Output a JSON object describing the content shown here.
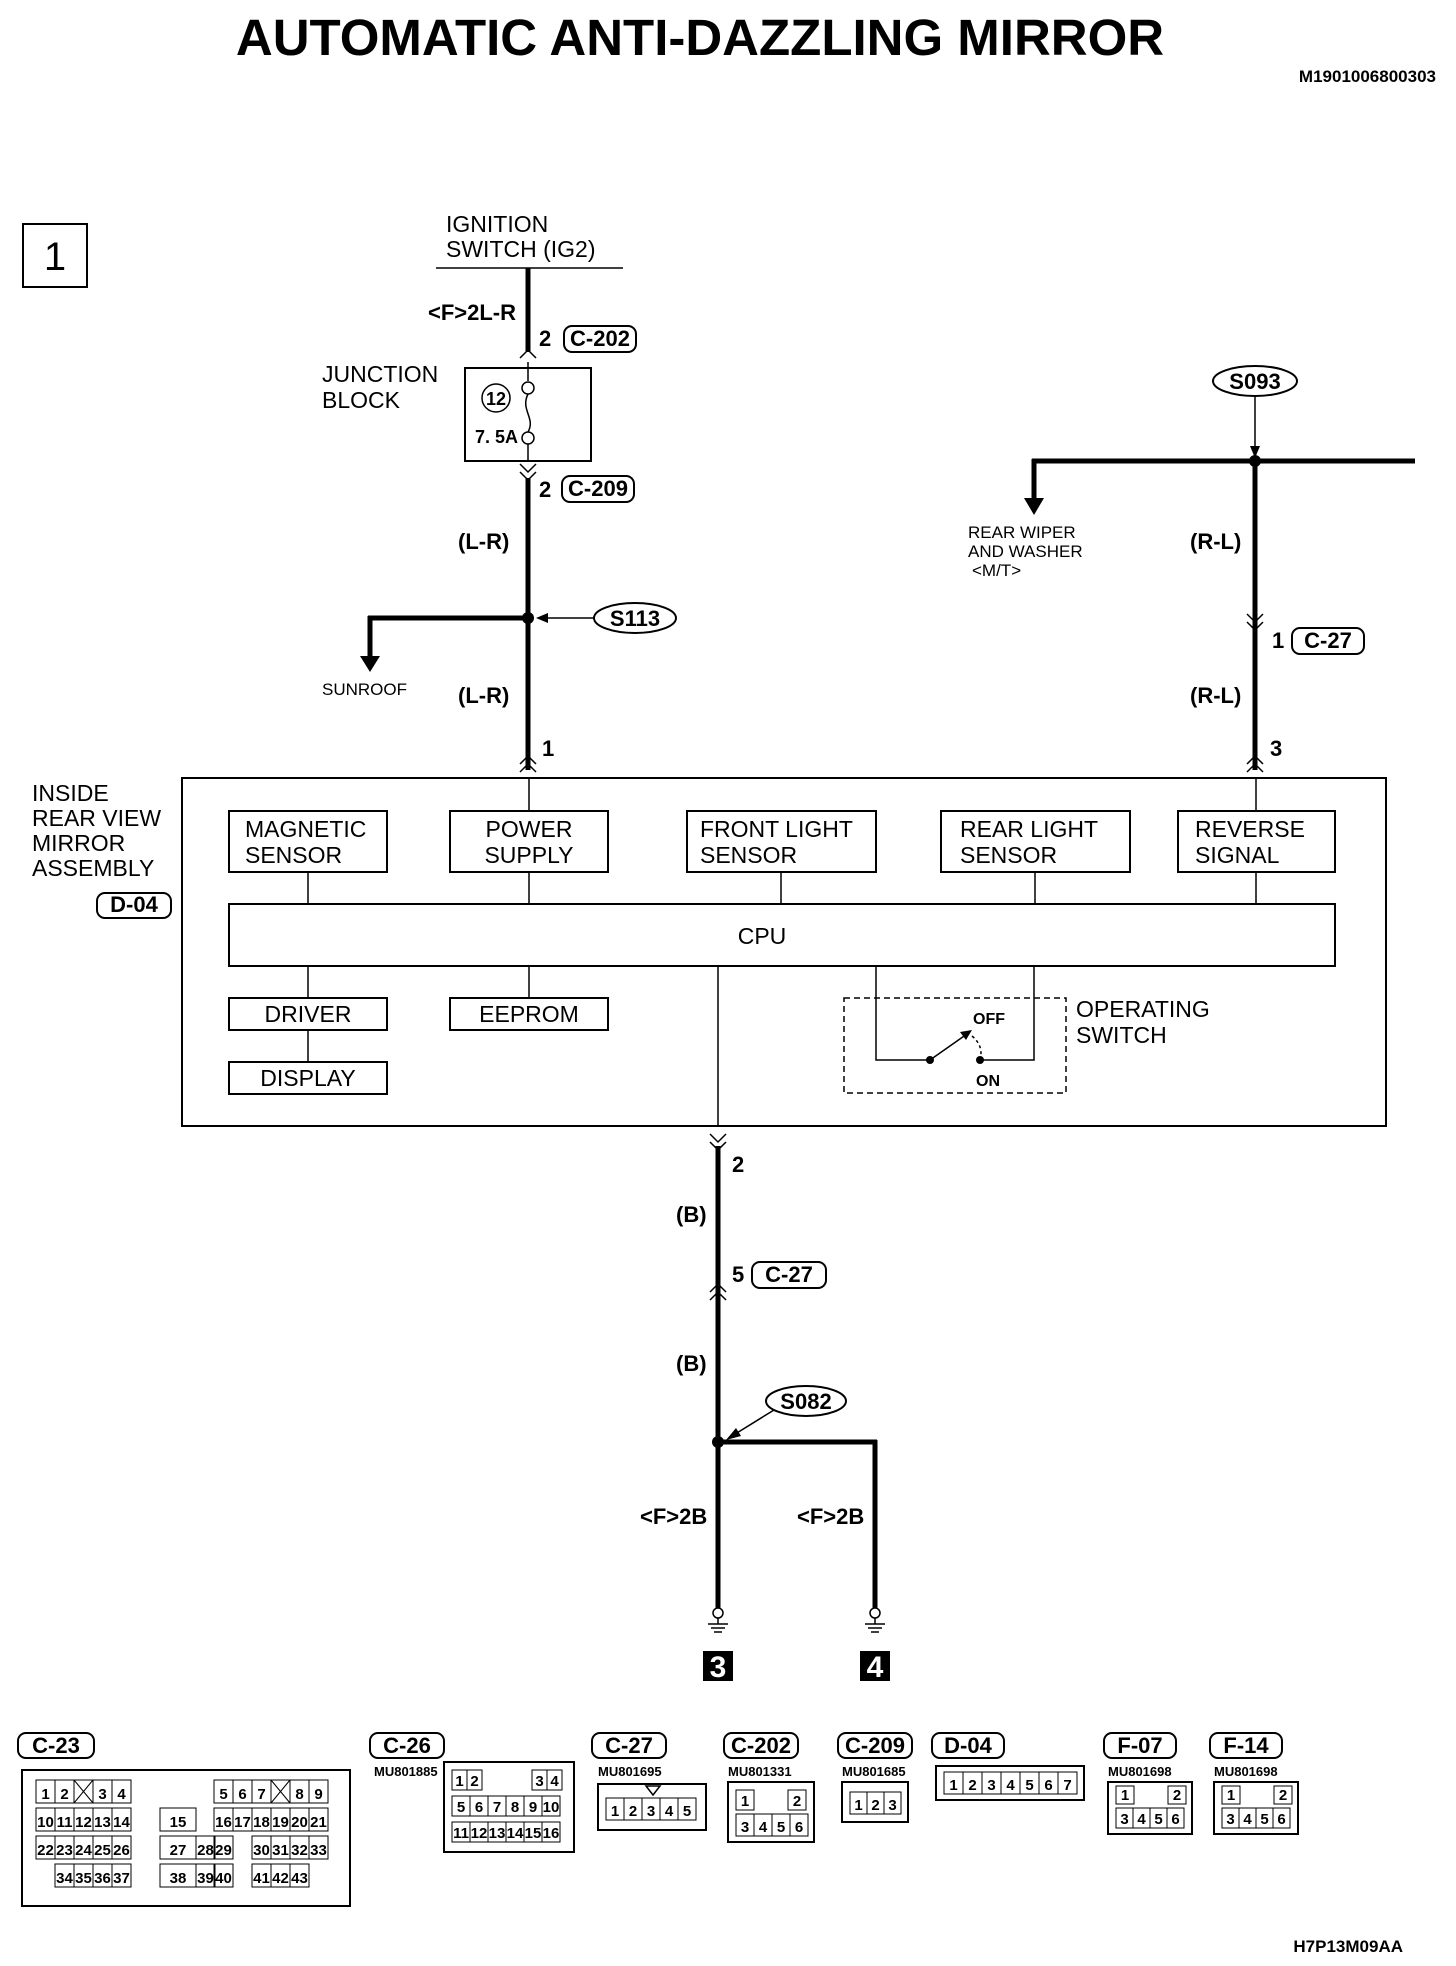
{
  "title": "AUTOMATIC ANTI-DAZZLING MIRROR",
  "doc_code": "M1901006800303",
  "footer_code": "H7P13M09AA",
  "page_box": "1",
  "ignition": {
    "line1": "IGNITION",
    "line2": "SWITCH (IG2)"
  },
  "junction_block": {
    "line1": "JUNCTION",
    "line2": "BLOCK",
    "fuse_no": "12",
    "fuse_rating": "7. 5A"
  },
  "wires": {
    "top_left": "<F>2L-R",
    "l_r_upper": "(L-R)",
    "l_r_lower": "(L-R)",
    "r_l_upper": "(R-L)",
    "r_l_lower": "(R-L)",
    "b_upper": "(B)",
    "b_lower": "(B)",
    "f2b_left": "<F>2B",
    "f2b_right": "<F>2B"
  },
  "connectors": {
    "c202": {
      "pin": "2",
      "label": "C-202"
    },
    "c209": {
      "pin": "2",
      "label": "C-209"
    },
    "c27_top": {
      "pin": "1",
      "label": "C-27"
    },
    "c27_bottom": {
      "pin": "5",
      "label": "C-27"
    },
    "mirror_pin1": "1",
    "mirror_pin3": "3",
    "mirror_pin2": "2"
  },
  "splices": {
    "s113": "S113",
    "s093": "S093",
    "s082": "S082"
  },
  "branches": {
    "sunroof": "SUNROOF",
    "rear_wiper": {
      "line1": "REAR WIPER",
      "line2": "AND WASHER",
      "line3": "<M/T>"
    }
  },
  "assembly": {
    "line1": "INSIDE",
    "line2": "REAR VIEW",
    "line3": "MIRROR",
    "line4": "ASSEMBLY",
    "connector": "D-04",
    "modules": [
      {
        "line1": "MAGNETIC",
        "line2": "SENSOR"
      },
      {
        "line1": "POWER",
        "line2": "SUPPLY"
      },
      {
        "line1": "FRONT LIGHT",
        "line2": "SENSOR"
      },
      {
        "line1": "REAR LIGHT",
        "line2": "SENSOR"
      },
      {
        "line1": "REVERSE",
        "line2": "SIGNAL"
      }
    ],
    "cpu": "CPU",
    "driver": "DRIVER",
    "display": "DISPLAY",
    "eeprom": "EEPROM",
    "switch": {
      "line1": "OPERATING",
      "line2": "SWITCH",
      "off": "OFF",
      "on": "ON"
    }
  },
  "grounds": {
    "g3": "3",
    "g4": "4"
  },
  "connector_views": [
    {
      "label": "C-23",
      "part": ""
    },
    {
      "label": "C-26",
      "part": "MU801885"
    },
    {
      "label": "C-27",
      "part": "MU801695"
    },
    {
      "label": "C-202",
      "part": "MU801331"
    },
    {
      "label": "C-209",
      "part": "MU801685"
    },
    {
      "label": "D-04",
      "part": ""
    },
    {
      "label": "F-07",
      "part": "MU801698"
    },
    {
      "label": "F-14",
      "part": "MU801698"
    }
  ],
  "pinouts": {
    "c23": [
      "1",
      "2",
      "3",
      "4",
      "5",
      "6",
      "7",
      "8",
      "9",
      "10",
      "11",
      "12",
      "13",
      "14",
      "15",
      "16",
      "17",
      "18",
      "19",
      "20",
      "21",
      "22",
      "23",
      "24",
      "25",
      "26",
      "27",
      "28",
      "29",
      "30",
      "31",
      "32",
      "33",
      "34",
      "35",
      "36",
      "37",
      "38",
      "39",
      "40",
      "41",
      "42",
      "43"
    ],
    "c26": [
      "1",
      "2",
      "3",
      "4",
      "5",
      "6",
      "7",
      "8",
      "9",
      "10",
      "11",
      "12",
      "13",
      "14",
      "15",
      "16"
    ],
    "c27": [
      "1",
      "2",
      "3",
      "4",
      "5"
    ],
    "c202": [
      "1",
      "2",
      "3",
      "4",
      "5",
      "6"
    ],
    "c209": [
      "1",
      "2",
      "3"
    ],
    "d04": [
      "1",
      "2",
      "3",
      "4",
      "5",
      "6",
      "7"
    ],
    "f07": [
      "1",
      "2",
      "3",
      "4",
      "5",
      "6"
    ],
    "f14": [
      "1",
      "2",
      "3",
      "4",
      "5",
      "6"
    ]
  }
}
